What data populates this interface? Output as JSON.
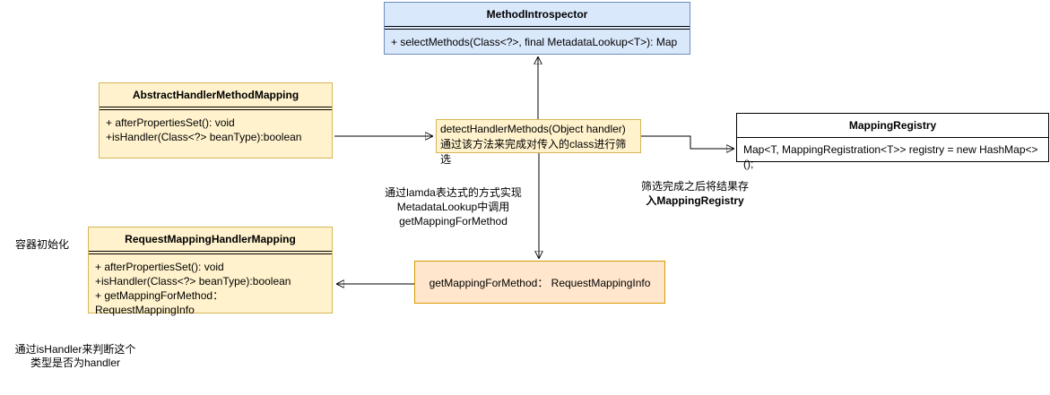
{
  "diagram": {
    "colors": {
      "background": "#ffffff",
      "text_color": "#000000",
      "line_color": "#000000",
      "blue_fill": "#dae8fc",
      "blue_stroke": "#6c8ebf",
      "yellow_fill": "#fff2cc",
      "yellow_stroke": "#d6b656",
      "orange_fill": "#ffe6cc",
      "orange_stroke": "#d79b00",
      "white_fill": "#ffffff"
    },
    "classes": {
      "method_introspector": {
        "title": "MethodIntrospector",
        "members": [
          "+ selectMethods(Class<?>, final MetadataLookup<T>): Map"
        ]
      },
      "abstract_handler_method_mapping": {
        "title": "AbstractHandlerMethodMapping",
        "members": [
          "+ afterPropertiesSet(): void",
          "+isHandler(Class<?> beanType):boolean"
        ]
      },
      "mapping_registry": {
        "title": "MappingRegistry",
        "members": [
          "Map<T, MappingRegistration<T>> registry = new HashMap<>();"
        ]
      },
      "request_mapping_handler_mapping": {
        "title": "RequestMappingHandlerMapping",
        "members": [
          "+ afterPropertiesSet(): void",
          "+isHandler(Class<?> beanType):boolean",
          "+ getMappingForMethod： RequestMappingInfo"
        ]
      }
    },
    "nodes": {
      "detect_handler_methods": {
        "line1": "detectHandlerMethods(Object handler)",
        "line2": "通过该方法来完成对传入的class进行筛选"
      },
      "get_mapping_for_method": {
        "label": "getMappingForMethod： RequestMappingInfo"
      }
    },
    "annotations": {
      "lamda_note": {
        "line1": "通过lamda表达式的方式实现",
        "line2": "MetadataLookup中调用",
        "line3": "getMappingForMethod"
      },
      "store_result_note": {
        "line1": "筛选完成之后将结果存",
        "line2": "入MappingRegistry"
      },
      "container_init_note": "容器初始化",
      "is_handler_note": {
        "line1": "通过isHandler来判断这个",
        "line2": "类型是否为handler"
      }
    }
  }
}
